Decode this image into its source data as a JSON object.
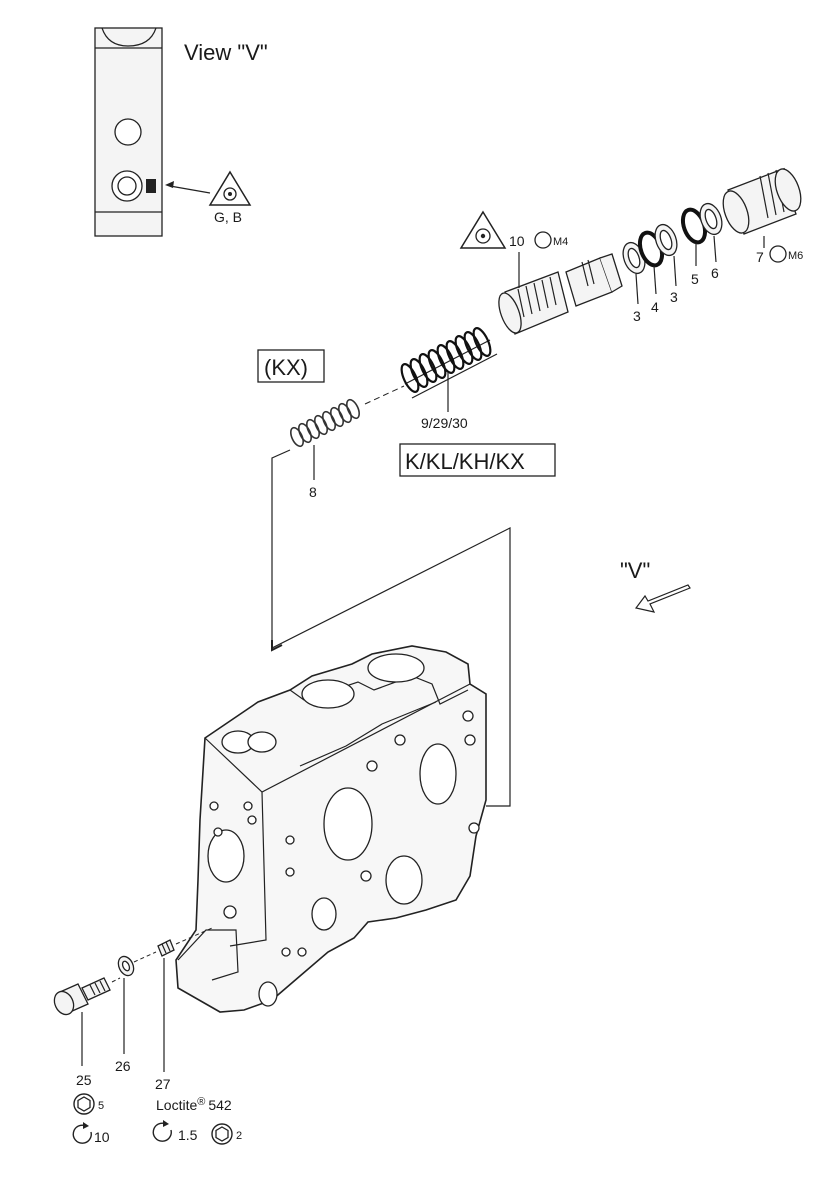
{
  "view_v": {
    "title": "View \"V\"",
    "symbol_label": "G, B"
  },
  "labels": {
    "kx": "(KX)",
    "variants": "K/KL/KH/KX",
    "direction": "\"V\"",
    "p10": "10",
    "p10_torque": "M4",
    "p7": "7",
    "p7_torque": "M6",
    "p3a": "3",
    "p4": "4",
    "p3b": "3",
    "p5": "5",
    "p6": "6",
    "p9": "9/29/30",
    "p8": "8",
    "p25": "25",
    "p26": "26",
    "p27": "27",
    "p25_wrench": "5",
    "p25_torque": "10",
    "loctite": "Loctite",
    "loctite_reg": "®",
    "loctite_num": "542",
    "p27_torque": "1.5",
    "p27_wrench": "2"
  },
  "icons": {
    "warning": "triangle-warning-icon",
    "torque": "torque-icon",
    "hex_wrench": "hex-wrench-icon",
    "o_ring": "o-ring-icon"
  }
}
